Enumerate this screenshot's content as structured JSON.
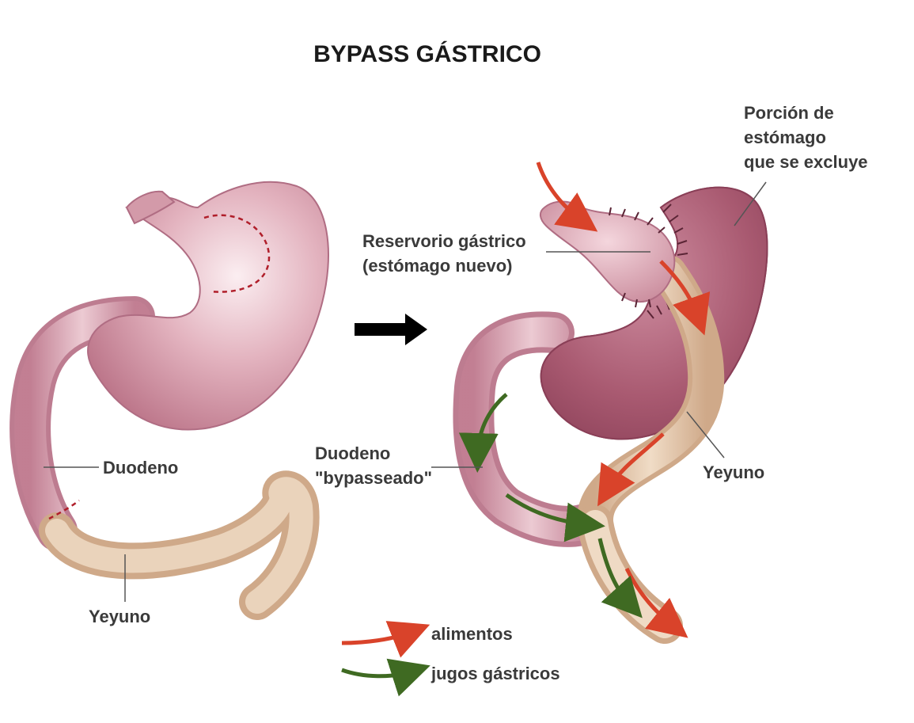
{
  "title": "BYPASS GÁSTRICO",
  "labels": {
    "duodeno_left": "Duodeno",
    "yeyuno_left": "Yeyuno",
    "reservorio_line1": "Reservorio gástrico",
    "reservorio_line2": "(estómago nuevo)",
    "porcion_line1": "Porción de",
    "porcion_line2": "estómago",
    "porcion_line3": "que se excluye",
    "duodeno_right_line1": "Duodeno",
    "duodeno_right_line2": "\"bypasseado\"",
    "yeyuno_right": "Yeyuno"
  },
  "legend": {
    "food": "alimentos",
    "juices": "jugos gástricos"
  },
  "colors": {
    "stomach": "#c98a9b",
    "excluded_stomach": "#a9566f",
    "jejunum": "#e6c9ac",
    "food_arrow": "#d9432a",
    "juice_arrow": "#3f6a22",
    "direction_arrow": "#000000"
  }
}
